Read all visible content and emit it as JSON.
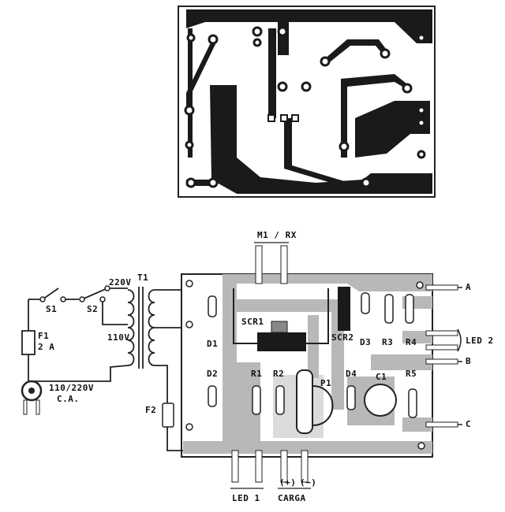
{
  "labels": {
    "sw_voltage_220": "220V",
    "sw_voltage_110": "110V",
    "transformer": "T1",
    "switch_s1": "S1",
    "switch_s2": "S2",
    "fuse_f1": "F1",
    "fuse_f1_rating": "2 A",
    "mains_plug": "110/220V",
    "mains_ac": "C.A.",
    "fuse_f2": "F2",
    "m1_rx": "M1 / RX",
    "scr1": "SCR1",
    "scr2": "SCR2",
    "d1": "D1",
    "d2": "D2",
    "d3": "D3",
    "d4": "D4",
    "r1": "R1",
    "r2": "R2",
    "r3": "R3",
    "r4": "R4",
    "r5": "R5",
    "c1": "C1",
    "p1": "P1",
    "led1": "LED 1",
    "led2": "LED 2",
    "carga": "CARGA",
    "plus": "(+)",
    "minus": "(−)",
    "terminal_a": "A",
    "terminal_b": "B",
    "terminal_c": "C"
  },
  "colors": {
    "copper": "#1a1a1a",
    "silk_trace": "#b8b8b8",
    "board_outline": "#222222",
    "background": "#ffffff"
  }
}
